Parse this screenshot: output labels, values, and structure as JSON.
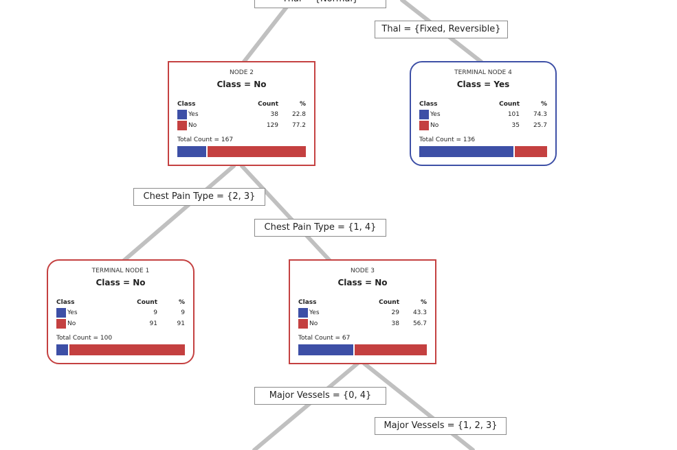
{
  "colors": {
    "yes": "#3d4fa6",
    "no": "#c44040",
    "edge": "#c0c0c0"
  },
  "splits": {
    "top_left": "Thal = {Normal}",
    "top_right": "Thal = {Fixed, Reversible}",
    "n2_left": "Chest Pain Type = {2, 3}",
    "n2_right": "Chest Pain Type = {1, 4}",
    "n3_left": "Major Vessels = {0, 4}",
    "n3_right": "Major Vessels = {1, 2, 3}"
  },
  "headers": {
    "class": "Class",
    "count": "Count",
    "pct": "%"
  },
  "nodes": {
    "node2": {
      "title": "NODE 2",
      "class": "Class = No",
      "yes_label": "Yes",
      "no_label": "No",
      "yes_count": "38",
      "yes_pct": "22.8",
      "no_count": "129",
      "no_pct": "77.2",
      "total": "Total Count = 167",
      "yes_frac": 0.228
    },
    "tnode4": {
      "title": "TERMINAL NODE 4",
      "class": "Class = Yes",
      "yes_label": "Yes",
      "no_label": "No",
      "yes_count": "101",
      "yes_pct": "74.3",
      "no_count": "35",
      "no_pct": "25.7",
      "total": "Total Count = 136",
      "yes_frac": 0.743
    },
    "tnode1": {
      "title": "TERMINAL NODE 1",
      "class": "Class = No",
      "yes_label": "Yes",
      "no_label": "No",
      "yes_count": "9",
      "yes_pct": "9",
      "no_count": "91",
      "no_pct": "91",
      "total": "Total Count = 100",
      "yes_frac": 0.09
    },
    "node3": {
      "title": "NODE 3",
      "class": "Class = No",
      "yes_label": "Yes",
      "no_label": "No",
      "yes_count": "29",
      "yes_pct": "43.3",
      "no_count": "38",
      "no_pct": "56.7",
      "total": "Total Count = 67",
      "yes_frac": 0.433
    }
  }
}
